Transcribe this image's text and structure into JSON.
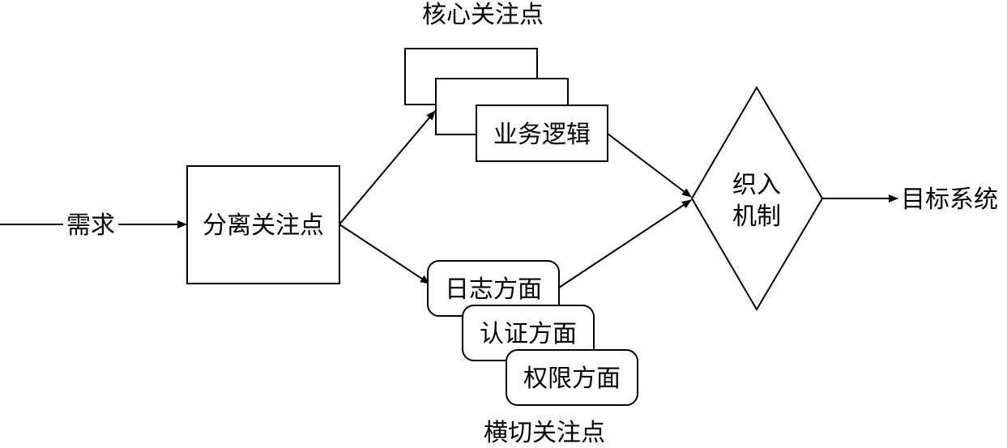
{
  "input": {
    "label": "需求"
  },
  "separate": {
    "label": "分离关注点"
  },
  "core": {
    "title": "核心关注点",
    "box_label": "业务逻辑"
  },
  "crosscut": {
    "title": "横切关注点",
    "aspects": [
      "日志方面",
      "认证方面",
      "权限方面"
    ]
  },
  "weave": {
    "line1": "织入",
    "line2": "机制"
  },
  "output": {
    "label": "目标系统"
  }
}
